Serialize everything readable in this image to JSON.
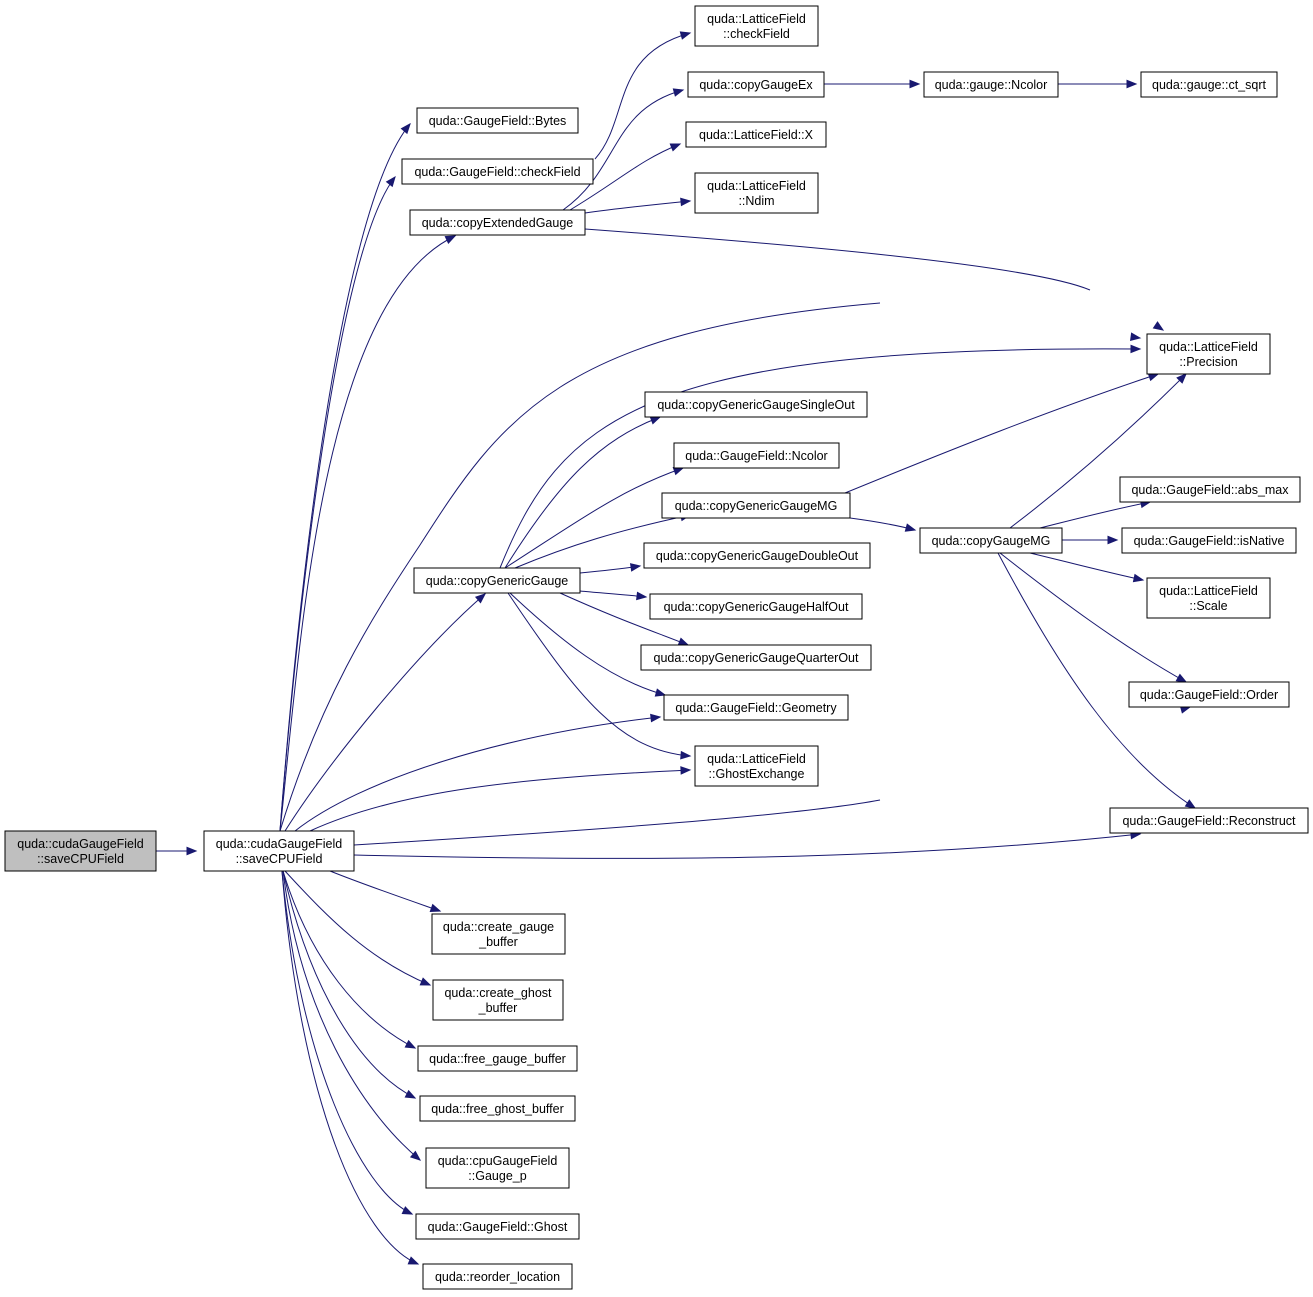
{
  "nodes": [
    {
      "id": "n0",
      "lines": [
        "quda::cudaGaugeField",
        "::saveCPUField"
      ],
      "root": true
    },
    {
      "id": "n1",
      "lines": [
        "quda::cudaGaugeField",
        "::saveCPUField"
      ]
    },
    {
      "id": "bytes",
      "lines": [
        "quda::GaugeField::Bytes"
      ]
    },
    {
      "id": "gf_check",
      "lines": [
        "quda::GaugeField::checkField"
      ]
    },
    {
      "id": "cpyExt",
      "lines": [
        "quda::copyExtendedGauge"
      ]
    },
    {
      "id": "lf_check",
      "lines": [
        "quda::LatticeField",
        "::checkField"
      ]
    },
    {
      "id": "cpyEx",
      "lines": [
        "quda::copyGaugeEx"
      ]
    },
    {
      "id": "g_ncolor",
      "lines": [
        "quda::gauge::Ncolor"
      ]
    },
    {
      "id": "ctsqrt",
      "lines": [
        "quda::gauge::ct_sqrt"
      ]
    },
    {
      "id": "lf_x",
      "lines": [
        "quda::LatticeField::X"
      ]
    },
    {
      "id": "lf_ndim",
      "lines": [
        "quda::LatticeField",
        "::Ndim"
      ]
    },
    {
      "id": "lf_prec",
      "lines": [
        "quda::LatticeField",
        "::Precision"
      ]
    },
    {
      "id": "cgg",
      "lines": [
        "quda::copyGenericGauge"
      ]
    },
    {
      "id": "cgg_single",
      "lines": [
        "quda::copyGenericGaugeSingleOut"
      ]
    },
    {
      "id": "gf_ncolor",
      "lines": [
        "quda::GaugeField::Ncolor"
      ]
    },
    {
      "id": "cgg_mg",
      "lines": [
        "quda::copyGenericGaugeMG"
      ]
    },
    {
      "id": "cg_mg",
      "lines": [
        "quda::copyGaugeMG"
      ]
    },
    {
      "id": "cgg_double",
      "lines": [
        "quda::copyGenericGaugeDoubleOut"
      ]
    },
    {
      "id": "cgg_half",
      "lines": [
        "quda::copyGenericGaugeHalfOut"
      ]
    },
    {
      "id": "cgg_quarter",
      "lines": [
        "quda::copyGenericGaugeQuarterOut"
      ]
    },
    {
      "id": "gf_geom",
      "lines": [
        "quda::GaugeField::Geometry"
      ]
    },
    {
      "id": "lf_ghostex",
      "lines": [
        "quda::LatticeField",
        "::GhostExchange"
      ]
    },
    {
      "id": "gf_absmax",
      "lines": [
        "quda::GaugeField::abs_max"
      ]
    },
    {
      "id": "gf_native",
      "lines": [
        "quda::GaugeField::isNative"
      ]
    },
    {
      "id": "lf_scale",
      "lines": [
        "quda::LatticeField",
        "::Scale"
      ]
    },
    {
      "id": "gf_order",
      "lines": [
        "quda::GaugeField::Order"
      ]
    },
    {
      "id": "gf_recon",
      "lines": [
        "quda::GaugeField::Reconstruct"
      ]
    },
    {
      "id": "cr_gauge",
      "lines": [
        "quda::create_gauge",
        "_buffer"
      ]
    },
    {
      "id": "cr_ghost",
      "lines": [
        "quda::create_ghost",
        "_buffer"
      ]
    },
    {
      "id": "fr_gauge",
      "lines": [
        "quda::free_gauge_buffer"
      ]
    },
    {
      "id": "fr_ghost",
      "lines": [
        "quda::free_ghost_buffer"
      ]
    },
    {
      "id": "cpu_gp",
      "lines": [
        "quda::cpuGaugeField",
        "::Gauge_p"
      ]
    },
    {
      "id": "gf_ghost",
      "lines": [
        "quda::GaugeField::Ghost"
      ]
    },
    {
      "id": "reorder",
      "lines": [
        "quda::reorder_location"
      ]
    }
  ],
  "edges": [
    [
      "n0",
      "n1"
    ],
    [
      "n1",
      "bytes"
    ],
    [
      "n1",
      "gf_check"
    ],
    [
      "n1",
      "cpyExt"
    ],
    [
      "n1",
      "lf_prec"
    ],
    [
      "n1",
      "cgg"
    ],
    [
      "n1",
      "gf_geom"
    ],
    [
      "n1",
      "lf_ghostex"
    ],
    [
      "n1",
      "gf_order"
    ],
    [
      "n1",
      "gf_recon"
    ],
    [
      "n1",
      "cr_gauge"
    ],
    [
      "n1",
      "cr_ghost"
    ],
    [
      "n1",
      "fr_gauge"
    ],
    [
      "n1",
      "fr_ghost"
    ],
    [
      "n1",
      "cpu_gp"
    ],
    [
      "n1",
      "gf_ghost"
    ],
    [
      "n1",
      "reorder"
    ],
    [
      "gf_check",
      "lf_check"
    ],
    [
      "cpyExt",
      "cpyEx"
    ],
    [
      "cpyExt",
      "lf_x"
    ],
    [
      "cpyExt",
      "lf_ndim"
    ],
    [
      "cpyExt",
      "lf_prec"
    ],
    [
      "cpyEx",
      "g_ncolor"
    ],
    [
      "g_ncolor",
      "ctsqrt"
    ],
    [
      "cgg",
      "lf_prec"
    ],
    [
      "cgg",
      "cgg_single"
    ],
    [
      "cgg",
      "gf_ncolor"
    ],
    [
      "cgg",
      "cgg_mg"
    ],
    [
      "cgg",
      "cgg_double"
    ],
    [
      "cgg",
      "cgg_half"
    ],
    [
      "cgg",
      "cgg_quarter"
    ],
    [
      "cgg",
      "gf_geom"
    ],
    [
      "cgg",
      "lf_ghostex"
    ],
    [
      "cgg_mg",
      "lf_prec"
    ],
    [
      "cgg_mg",
      "cg_mg"
    ],
    [
      "cg_mg",
      "lf_prec"
    ],
    [
      "cg_mg",
      "gf_absmax"
    ],
    [
      "cg_mg",
      "gf_native"
    ],
    [
      "cg_mg",
      "lf_scale"
    ],
    [
      "cg_mg",
      "gf_order"
    ],
    [
      "cg_mg",
      "gf_recon"
    ]
  ],
  "colors": {
    "edge": "#191970",
    "root_fill": "#bfbfbf",
    "node_fill": "#ffffff",
    "border": "#000000"
  }
}
